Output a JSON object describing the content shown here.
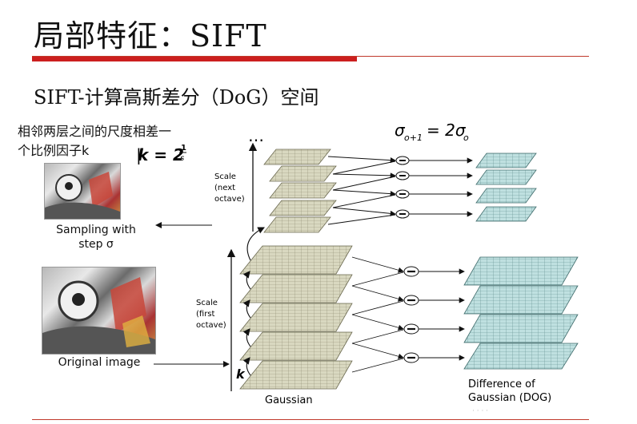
{
  "slide": {
    "title": "局部特征：SIFT",
    "subtitle": "SIFT-计算高斯差分（DoG）空间",
    "note_line1": "相邻两层之间的尺度相差一",
    "note_line2": "个比例因子k",
    "formula_k_lhs": "k = 2",
    "formula_k_exp_num": "1",
    "formula_k_exp_den": "s",
    "formula_sigma": "σ",
    "formula_sigma_rhs": "= 2σ",
    "formula_sigma_sub_lhs": "o+1",
    "formula_sigma_sub_rhs": "o",
    "sampling_label_l1": "Sampling with",
    "sampling_label_l2": "step σ",
    "original_label": "Original image",
    "scale_next_l1": "Scale",
    "scale_next_l2": "(next",
    "scale_next_l3": "octave)",
    "scale_first_l1": "Scale",
    "scale_first_l2": "(first",
    "scale_first_l3": "octave)",
    "ellipsis": "…",
    "k_label": "k",
    "gaussian_label": "Gaussian",
    "dog_label_l1": "Difference of",
    "dog_label_l2": "Gaussian (DOG)",
    "watermark": "·  ·  ·  ·"
  },
  "colors": {
    "accent_red": "#cc1f1f",
    "gaussian_fill": "#d9d8c0",
    "gaussian_grid": "#8c8a6e",
    "dog_fill": "#bfe0e0",
    "dog_grid": "#5d8c8c"
  }
}
